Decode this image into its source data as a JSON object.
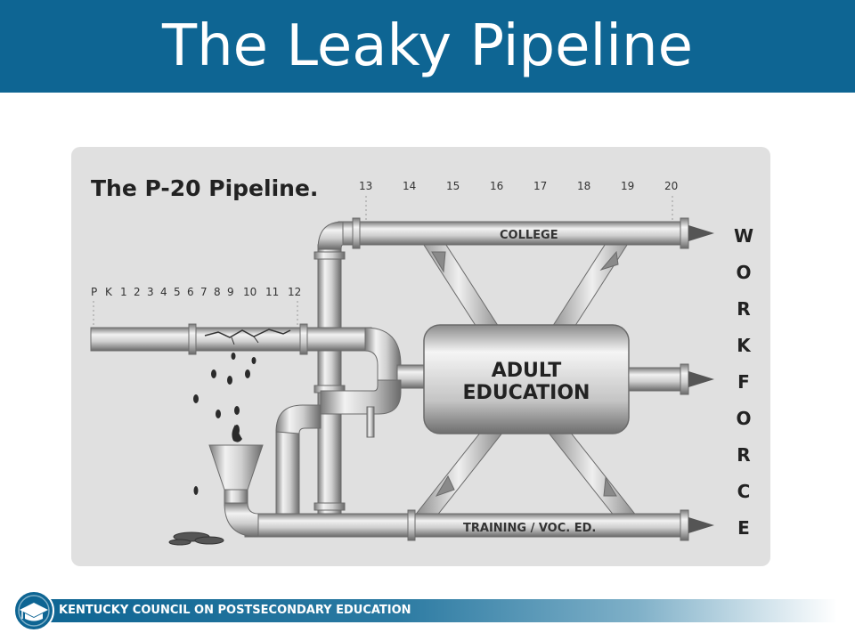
{
  "slide": {
    "title": "The Leaky Pipeline"
  },
  "diagram": {
    "heading": "The P-20 Pipeline.",
    "grades_upper": [
      "13",
      "14",
      "15",
      "16",
      "17",
      "18",
      "19",
      "20"
    ],
    "grades_lower": [
      "P",
      "K",
      "1",
      "2",
      "3",
      "4",
      "5",
      "6",
      "7",
      "8",
      "9",
      "10",
      "11",
      "12"
    ],
    "college_label": "COLLEGE",
    "adult_ed_line1": "ADULT",
    "adult_ed_line2": "EDUCATION",
    "training_label": "TRAINING / VOC. ED.",
    "workforce_letters": [
      "W",
      "O",
      "R",
      "K",
      "F",
      "O",
      "R",
      "C",
      "E"
    ]
  },
  "footer": {
    "org_name": "KENTUCKY COUNCIL ON POSTSECONDARY EDUCATION"
  },
  "colors": {
    "title_bar": "#0e6593",
    "panel_bg": "#e0e0e0",
    "pipe": "#c8c8c8",
    "pipe_edge": "#6b6b6b"
  }
}
